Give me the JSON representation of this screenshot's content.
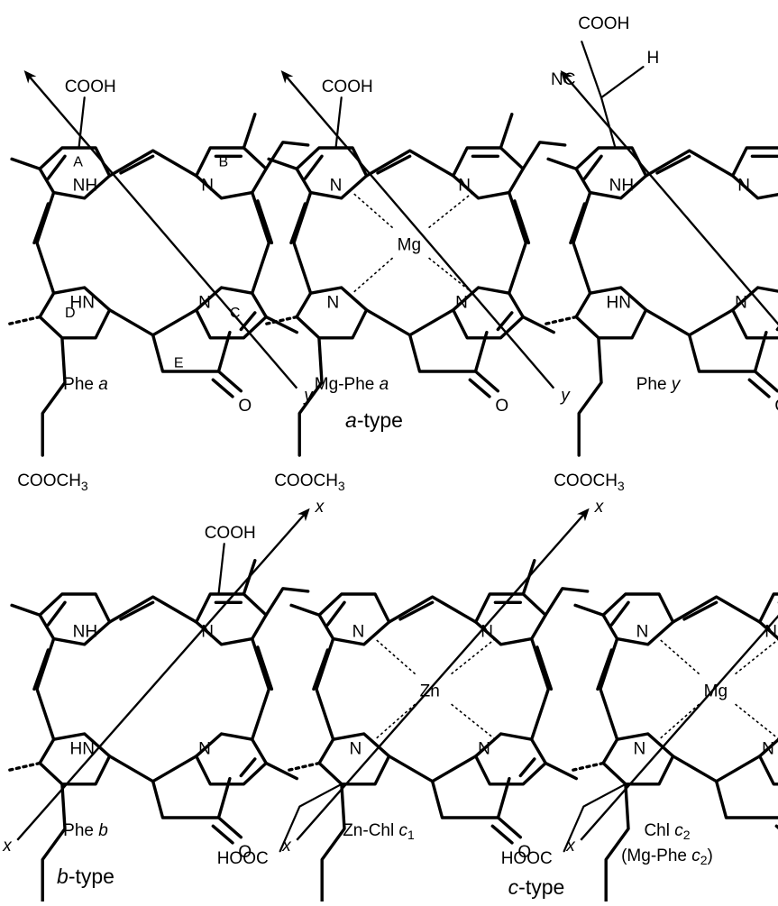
{
  "molecules": [
    {
      "id": "phe-a",
      "caption_main": "Phe ",
      "caption_italic": "a",
      "metal": "",
      "axis": "y",
      "n_labels": [
        "NH",
        "N",
        "N",
        "HN"
      ],
      "ring_labels": [
        "A",
        "B",
        "C",
        "D",
        "E"
      ],
      "substituent": "COOH",
      "ester": "COOCH3",
      "ketone": "O"
    },
    {
      "id": "mg-phe-a",
      "caption_main": "Mg-Phe ",
      "caption_italic": "a",
      "metal": "Mg",
      "axis": "y",
      "n_labels": [
        "N",
        "N",
        "N",
        "N"
      ],
      "substituent": "COOH",
      "ester": "COOCH3",
      "ketone": "O"
    },
    {
      "id": "phe-y",
      "caption_main": "Phe ",
      "caption_italic": "y",
      "metal": "",
      "axis": "y",
      "n_labels": [
        "NH",
        "N",
        "N",
        "HN"
      ],
      "substituent_top": "COOH",
      "substituent_h": "H",
      "substituent_nc": "NC",
      "ester": "COOCH3",
      "ketone": "O"
    },
    {
      "id": "phe-b",
      "caption_main": "Phe ",
      "caption_italic": "b",
      "metal": "",
      "axis": "x",
      "n_labels": [
        "NH",
        "N",
        "N",
        "HN"
      ],
      "substituent": "COOH",
      "ester": "COOCH3",
      "ketone": "O"
    },
    {
      "id": "zn-chl-c1",
      "caption_main": "Zn-Chl ",
      "caption_italic": "c",
      "caption_sub": "1",
      "metal": "Zn",
      "axis": "x",
      "n_labels": [
        "N",
        "N",
        "N",
        "N"
      ],
      "acid": "HOOC",
      "ester": "COOCH3",
      "ketone": "O"
    },
    {
      "id": "chl-c2",
      "caption_main": "Chl ",
      "caption_italic": "c",
      "caption_sub": "2",
      "caption_line2_main": "(Mg-Phe ",
      "caption_line2_italic": "c",
      "caption_line2_sub": "2",
      "caption_line2_end": ")",
      "metal": "Mg",
      "axis": "x",
      "n_labels": [
        "N",
        "N",
        "N",
        "N"
      ],
      "acid": "HOOC",
      "ester": "COOCH3",
      "ketone": "O"
    }
  ],
  "groups": [
    {
      "italic": "a",
      "rest": "-type"
    },
    {
      "italic": "b",
      "rest": "-type"
    },
    {
      "italic": "c",
      "rest": "-type"
    }
  ]
}
